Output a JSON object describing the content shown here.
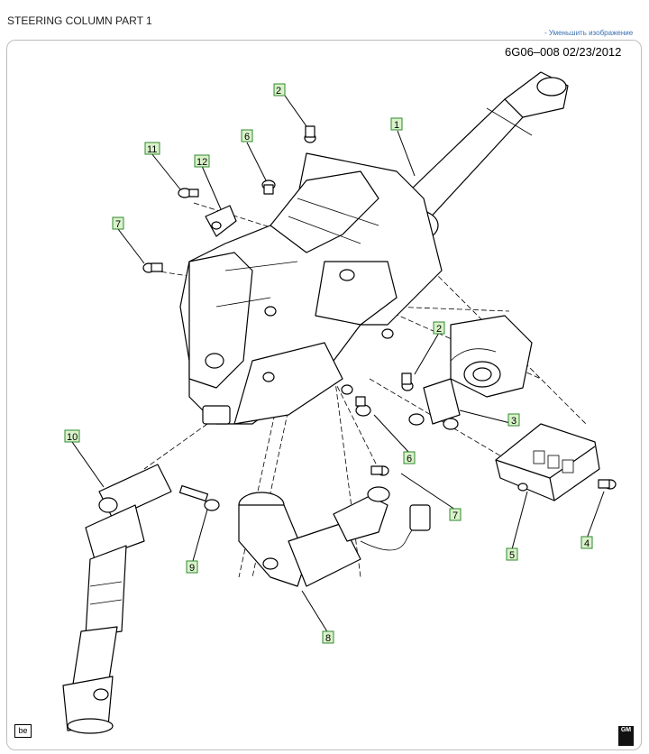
{
  "header": {
    "title": "STEERING COLUMN PART 1",
    "shrink_link": "- Уменьшить изображение"
  },
  "diagram": {
    "reference": "6G06–008  02/23/2012",
    "callouts": [
      "1",
      "2",
      "3",
      "4",
      "5",
      "6",
      "7",
      "8",
      "9",
      "10",
      "11",
      "12"
    ],
    "logo_left": "be",
    "logo_right": "GM"
  }
}
